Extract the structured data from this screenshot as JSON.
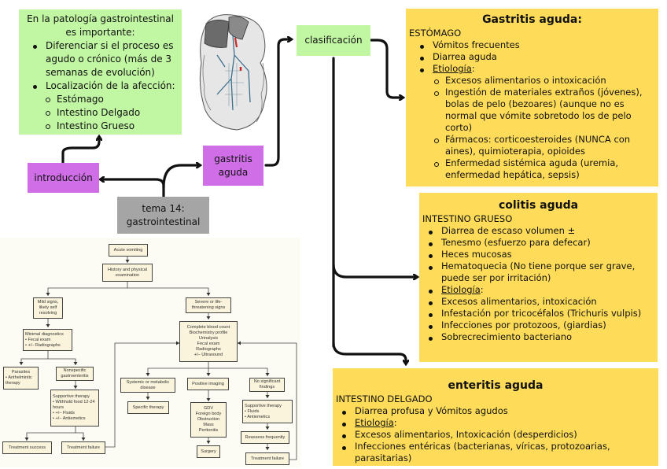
{
  "intro_box": {
    "title": "En la patología gastrointestinal es importante:",
    "items": [
      {
        "text": "Diferenciar si el proceso es agudo o crónico (más de 3 semanas de evolución)"
      },
      {
        "text": "Localización de la afección:",
        "subitems": [
          "Estómago",
          "Intestino Delgado",
          "Intestino Grueso"
        ]
      }
    ]
  },
  "nodes": {
    "introduccion": "introducción",
    "gastritis_aguda": "gastritis aguda",
    "tema": "tema 14: gastrointestinal",
    "clasificacion": "clasificación"
  },
  "anatomy_image": {
    "icon": "intestine-illustration"
  },
  "gastritis": {
    "title": "Gastritis aguda:",
    "organ": "ESTÓMAGO",
    "items": [
      "Vómitos frecuentes",
      "Diarrea aguda"
    ],
    "etiology_label": "Etiología",
    "etiology": [
      "Excesos alimentarios o intoxicación",
      "Ingestión de materiales extraños (jóvenes), bolas de pelo (bezoares) (aunque no es normal que vómite sobretodo los de pelo corto)",
      "Fármacos: corticoesteroides (NUNCA con aines), quimioterapia, opioides",
      "Enfermedad sistémica aguda (uremia, enfermedad hepática, sepsis)"
    ]
  },
  "colitis": {
    "title": "colitis aguda",
    "organ": "INTESTINO GRUESO",
    "items": [
      "Diarrea de escaso volumen ±",
      "Tenesmo (esfuerzo para defecar)",
      "Heces mucosas",
      "Hematoquecia (No tiene porque ser grave, puede ser por irritación)"
    ],
    "etiology_label": "Etiología",
    "items_after": [
      "Excesos alimentarios, intoxicación",
      "Infestación por tricocéfalos (Trichuris vulpis)",
      "Infecciones por protozoos, (giardias)",
      "Sobrecrecimiento bacteriano"
    ]
  },
  "enteritis": {
    "title": "enteritis aguda",
    "organ": "INTESTINO DELGADO",
    "items": [
      "Diarrea profusa y Vómitos agudos"
    ],
    "etiology_label": "Etiología",
    "items_after": [
      "Excesos alimentarios, Intoxicación (desperdicios)",
      "Infecciones entéricas (bacterianas, víricas, protozoarias, parasitarias)"
    ]
  },
  "flowchart": {
    "acute_vomiting": "Acute vomiting",
    "history": "History and physical examination",
    "mild": "Mild signs, likely self resolving",
    "severe": "Severe or life-threatening signs",
    "minimal_dx": {
      "title": "Minimal diagnostics",
      "items": [
        "Fecal exam",
        "+/– Radiographs"
      ]
    },
    "full_dx": [
      "Complete blood count",
      "Biochemistry profile",
      "Urinalysis",
      "Fecal exam",
      "Radiographs",
      "+/– Ultrasound"
    ],
    "parasites": {
      "title": "Parasites",
      "items": [
        "Anthelmintic therapy"
      ]
    },
    "nonspecific": "Nonspecific gastroenteritis",
    "supportive_left": {
      "title": "Supportive therapy",
      "items": [
        "Withhold food 12-24 hours",
        "+/– Fluids",
        "+/– Antiemetics"
      ]
    },
    "success": "Treatment success",
    "failure_left": "Treatment failure",
    "systemic": "Systemic or metabolic disease",
    "specific": "Specific therapy",
    "positive_imaging": "Positive imaging",
    "imaging_findings": [
      "GDV",
      "Foreign body",
      "Obstruction",
      "Mass",
      "Peritonitis"
    ],
    "surgery": "Surgery",
    "no_findings": "No significant findings",
    "supportive_right": {
      "title": "Supportive therapy",
      "items": [
        "Fluids",
        "Antiemetics"
      ]
    },
    "reassess": "Reassess frequently",
    "failure_right": "Treatment failure"
  },
  "colors": {
    "green": "#c1f7a3",
    "purple": "#cf6ee6",
    "gray": "#a5a5a5",
    "yellow": "#fedc5a"
  }
}
